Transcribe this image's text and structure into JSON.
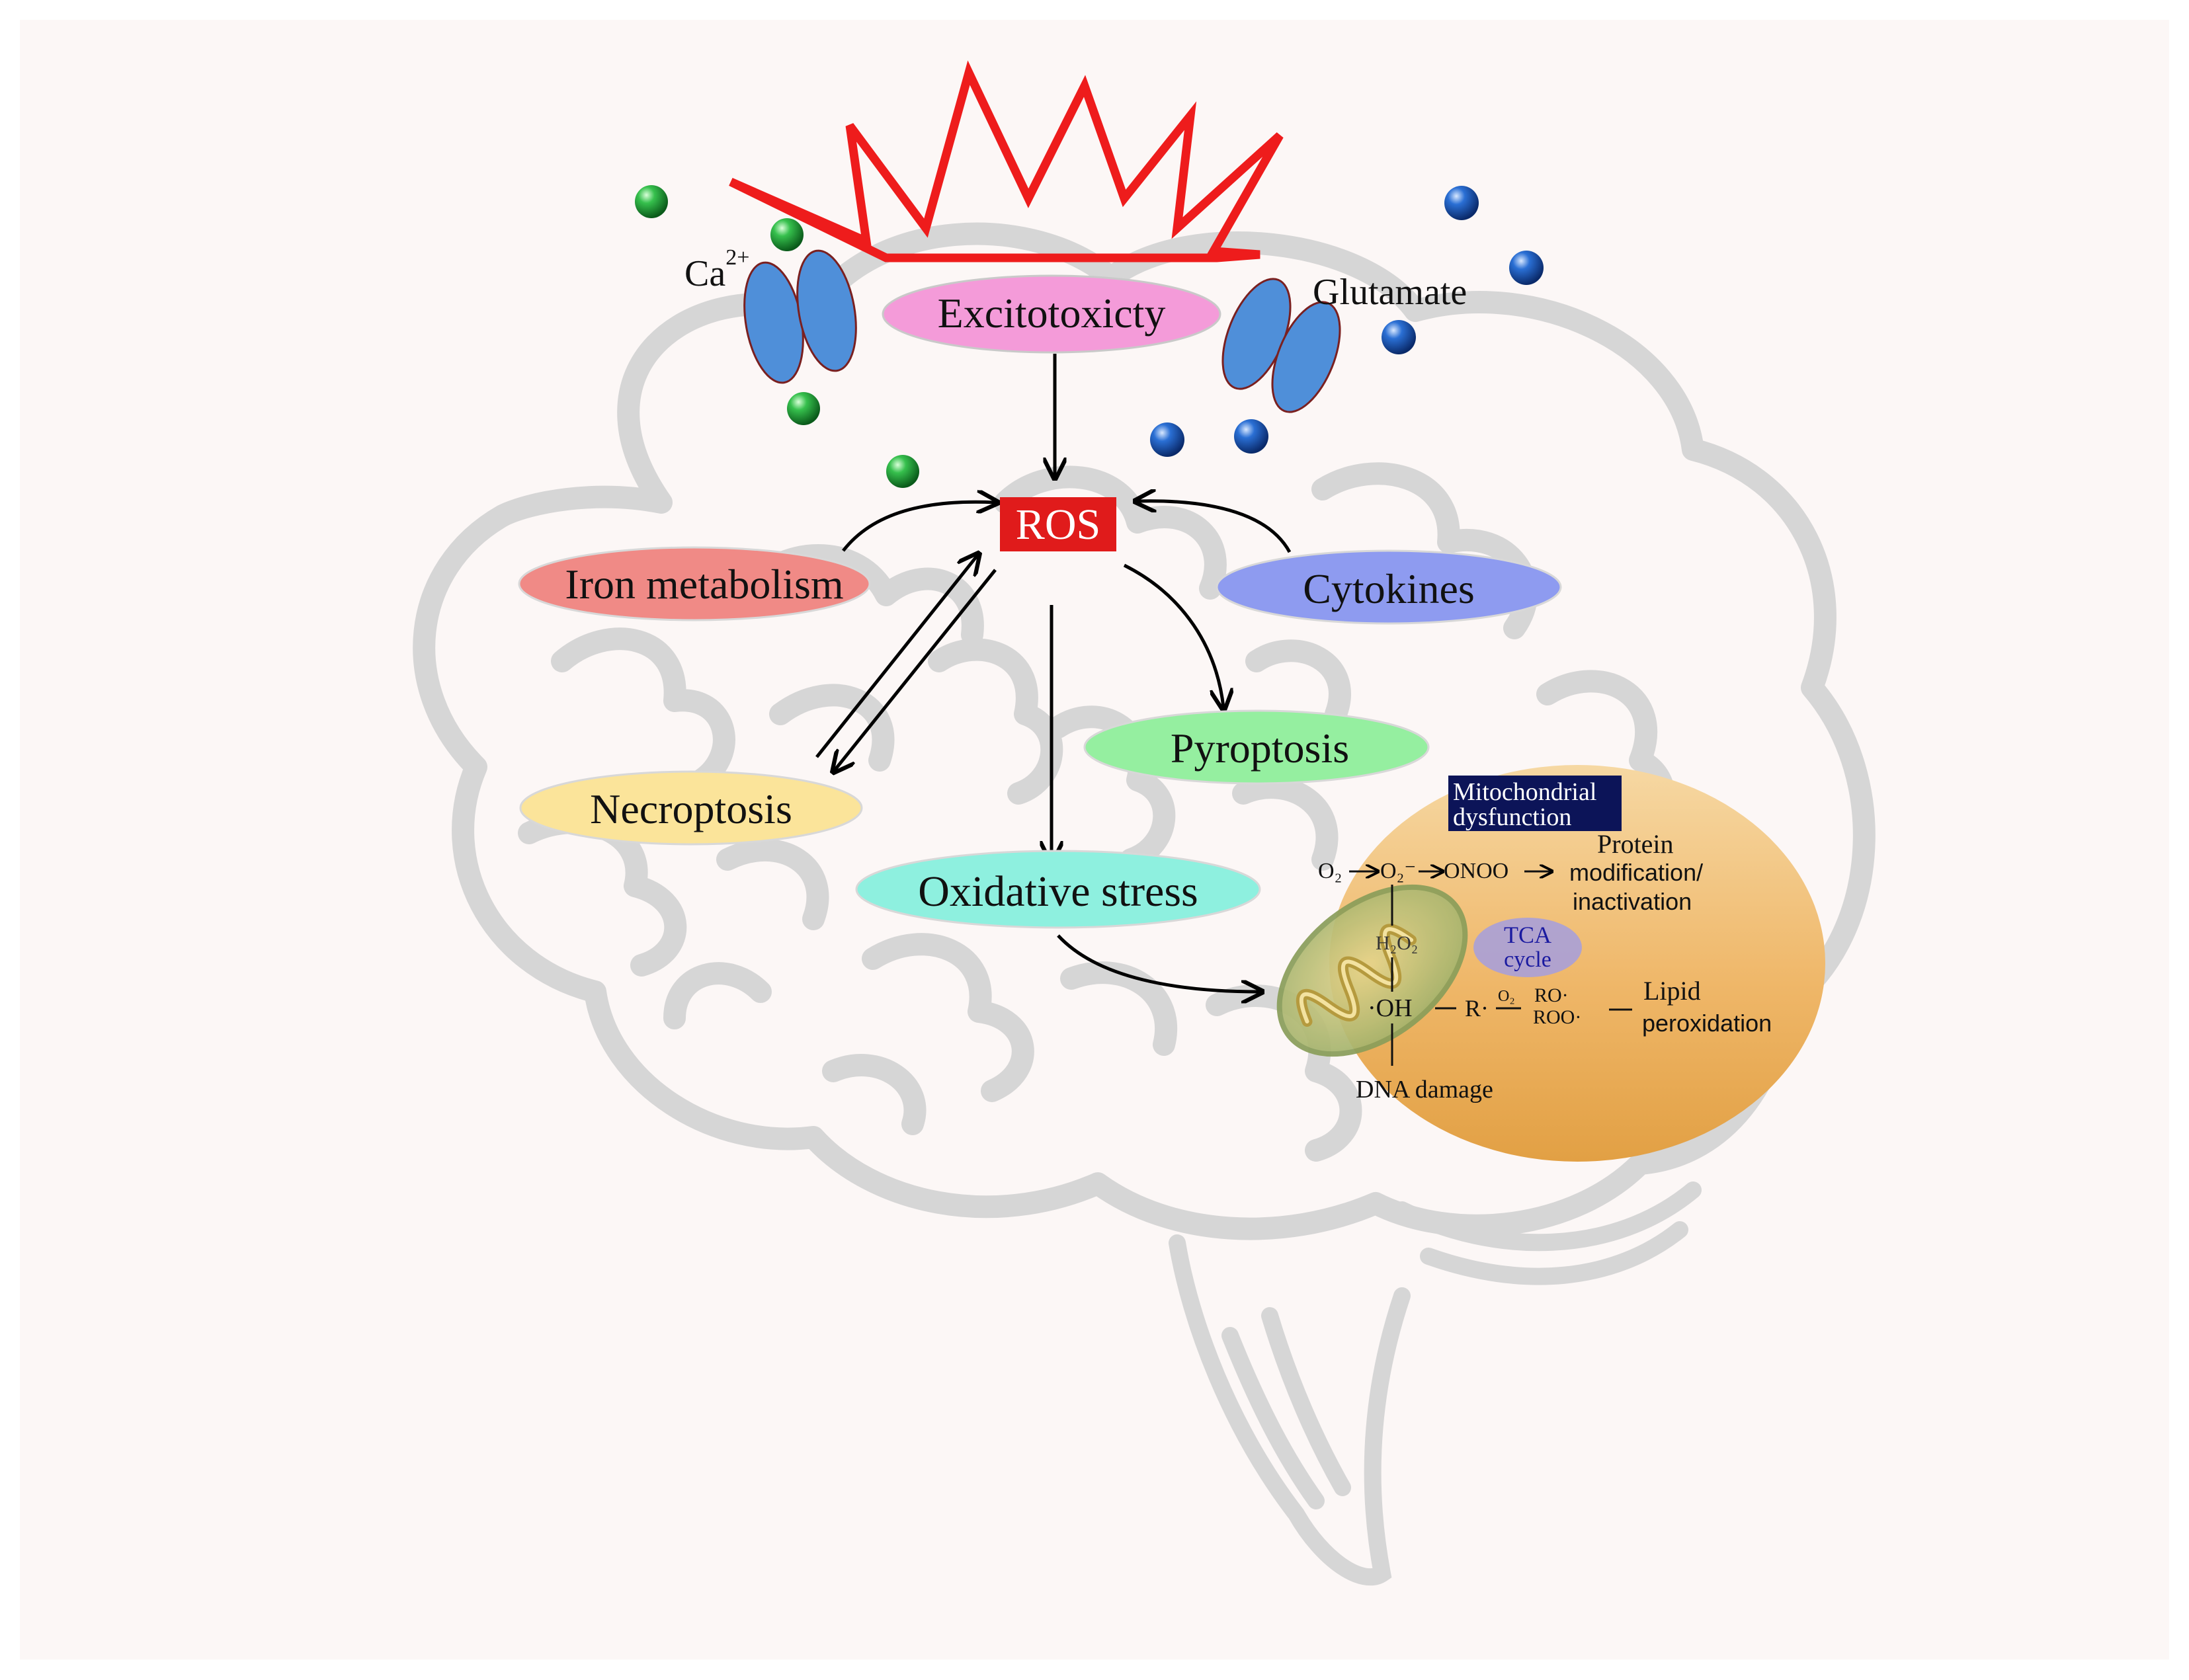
{
  "colors": {
    "background": "#fcf7f6",
    "brain_stroke": "#d6d6d6",
    "burst": "#ee1c1c",
    "ion": "#1fa83a",
    "glutamate": "#1d5fbf",
    "channel": "#4f8fd9",
    "excitotoxicity": "#f49bd9",
    "ros_box": "#e01b1b",
    "iron": "#f08a86",
    "cytokines": "#8e9bf0",
    "necroptosis": "#fbe49a",
    "pyroptosis": "#95efa0",
    "oxidative": "#8ef0df",
    "mito_panel": "#efb664",
    "mito_title_bg": "#0c1458",
    "tca": "#a9a0d8",
    "mitochondrion": "#c7b86a"
  },
  "ions": {
    "calcium_label": "Ca",
    "calcium_charge": "2+",
    "glutamate_label": "Glutamate"
  },
  "nodes": {
    "excitotoxicity": "Excitotoxicty",
    "ros": "ROS",
    "iron_metabolism": "Iron metabolism",
    "cytokines": "Cytokines",
    "necroptosis": "Necroptosis",
    "pyroptosis": "Pyroptosis",
    "oxidative_stress": "Oxidative stress"
  },
  "mito_panel": {
    "title_line1": "Mitochondrial",
    "title_line2": "dysfunction",
    "o2": "O₂",
    "superoxide": "O₂⁻",
    "onoo": "ONOO",
    "protein_line1": "Protein",
    "protein_line2": "modification/",
    "protein_line3": "inactivation",
    "h2o2": "H₂O₂",
    "tca_line1": "TCA",
    "tca_line2": "cycle",
    "oh": "·OH",
    "r_radical": "R·",
    "o2_small": "O₂",
    "ro": "RO·",
    "roo": "ROO·",
    "lipid_line1": "Lipid",
    "lipid_line2": "peroxidation",
    "dna": "DNA damage"
  }
}
